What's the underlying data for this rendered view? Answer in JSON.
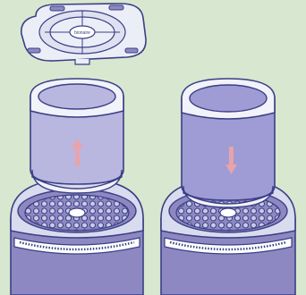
{
  "illustration": {
    "lid_logo_text": "bionaire",
    "left_panel_arrow_direction": "up",
    "right_panel_arrow_direction": "down",
    "colors": {
      "background": "#d8e7cf",
      "outline": "#3a3f85",
      "housing_body": "#8e88c2",
      "housing_top": "#d9dbef",
      "filter_light": "#b9b6e0",
      "filter_dark": "#9f9bd4",
      "filter_rim": "#f2f2fa",
      "arrow": "#e8a3ab",
      "lid": "#eceef7"
    }
  }
}
